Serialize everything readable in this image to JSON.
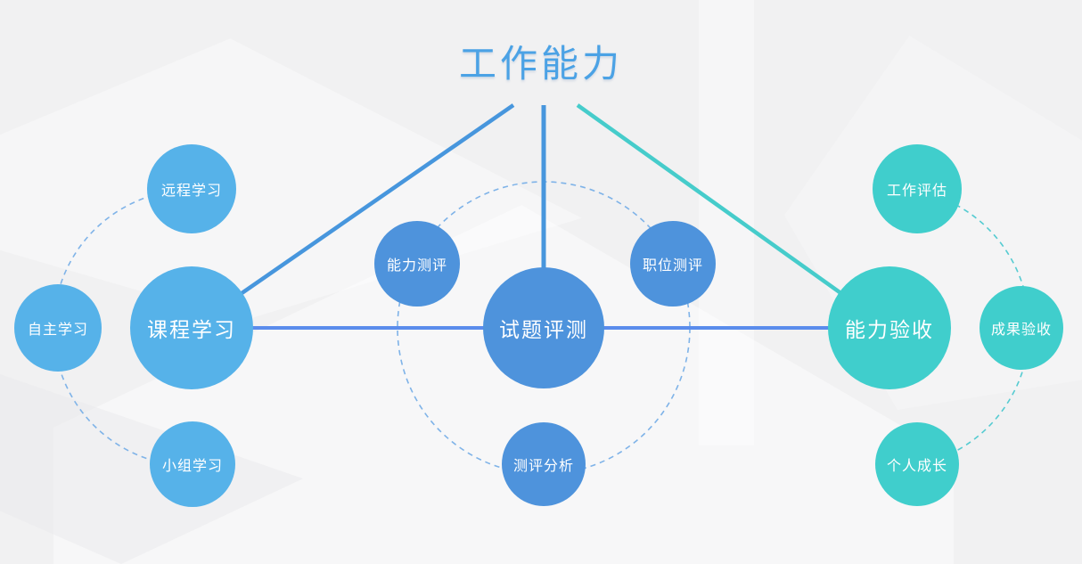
{
  "title": {
    "text": "工作能力"
  },
  "colors": {
    "title": "#4BA2E5",
    "cluster_left": "#56B2E9",
    "cluster_center": "#4E93DC",
    "cluster_right": "#40CECC",
    "line_blue": "#4796DD",
    "line_horizontal": "#5A8CEC",
    "line_teal": "#46CCCB",
    "dash_blue": "#7FB3E8",
    "dash_teal": "#55CBD1",
    "background": "#F1F1F2",
    "circle_text": "#FFFFFF"
  },
  "clusters": {
    "left": {
      "main": "课程学习",
      "satellites": [
        "远程学习",
        "自主学习",
        "小组学习"
      ]
    },
    "center": {
      "main": "试题评测",
      "satellites": [
        "能力测评",
        "职位测评",
        "测评分析"
      ]
    },
    "right": {
      "main": "能力验收",
      "satellites": [
        "工作评估",
        "成果验收",
        "个人成长"
      ]
    }
  }
}
